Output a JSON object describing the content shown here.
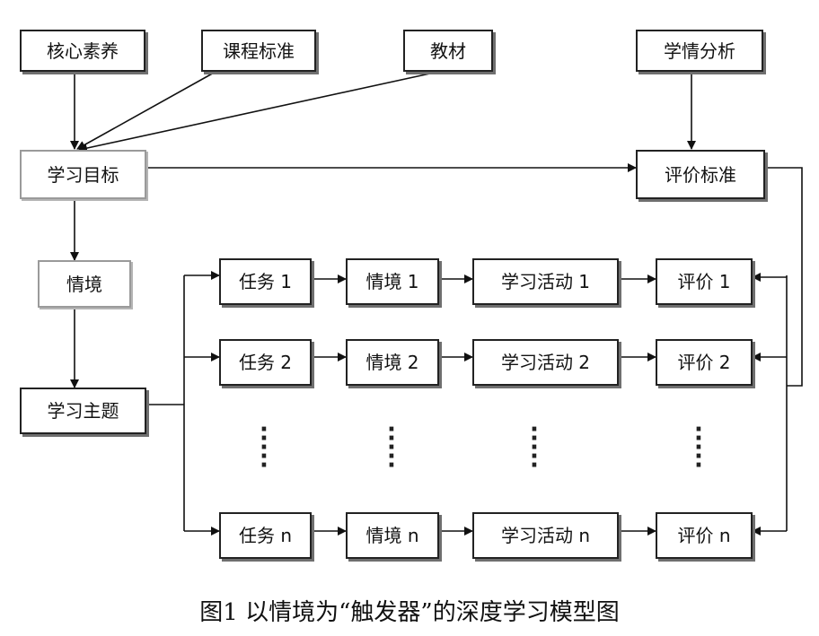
{
  "nodes": {
    "core": "核心素养",
    "curriculum": "课程标准",
    "textbook": "教材",
    "analysis": "学情分析",
    "objective": "学习目标",
    "eval_standard": "评价标准",
    "situation": "情境",
    "theme": "学习主题"
  },
  "rows": [
    {
      "task": "任务 1",
      "situation": "情境 1",
      "activity": "学习活动 1",
      "evaluation": "评价 1"
    },
    {
      "task": "任务 2",
      "situation": "情境 2",
      "activity": "学习活动 2",
      "evaluation": "评价 2"
    },
    {
      "task": "任务 n",
      "situation": "情境 n",
      "activity": "学习活动 n",
      "evaluation": "评价 n"
    }
  ],
  "caption": "图1  以情境为“触发器”的深度学习模型图"
}
